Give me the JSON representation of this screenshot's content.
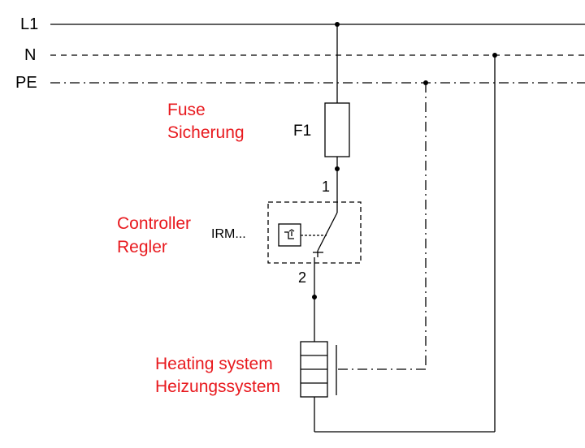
{
  "buses": {
    "l1": "L1",
    "n": "N",
    "pe": "PE"
  },
  "fuse": {
    "title_en": "Fuse",
    "title_de": "Sicherung",
    "designator": "F1",
    "terminal_top": "1"
  },
  "controller": {
    "title_en": "Controller",
    "title_de": "Regler",
    "model": "IRM...",
    "terminal_bottom": "2"
  },
  "heater": {
    "title_en": "Heating system",
    "title_de": "Heizungssystem"
  },
  "colors": {
    "annotation": "#e8191e",
    "line": "#000000"
  },
  "icons": {
    "thermostat": "thermostat-symbol-icon",
    "switch": "switch-contact-icon",
    "junction": "junction-dot-icon"
  }
}
